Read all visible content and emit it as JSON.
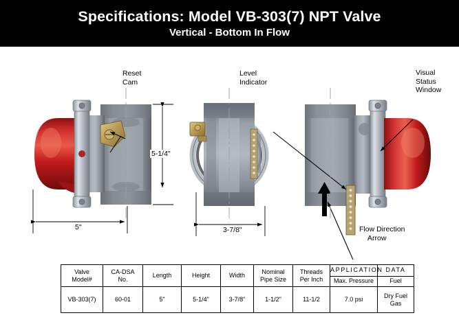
{
  "header": {
    "title": "Specifications: Model VB-303(7) NPT Valve",
    "subtitle": "Vertical - Bottom In Flow"
  },
  "callouts": {
    "reset_cam": {
      "line1": "Reset",
      "line2": "Cam"
    },
    "level_indicator": {
      "line1": "Level",
      "line2": "Indicator"
    },
    "visual_status_window": {
      "line1": "Visual",
      "line2": "Status",
      "line3": "Window"
    },
    "flow_direction_arrow": {
      "line1": "Flow Direction",
      "line2": "Arrow"
    }
  },
  "dimensions": {
    "height": "5-1/4\"",
    "length": "5\"",
    "width": "3-7/8\""
  },
  "views": {
    "left": "side-view-horizontal-left",
    "middle": "front-view-vertical",
    "right": "side-view-horizontal-right"
  },
  "table": {
    "headers": {
      "valve_model": "Valve\nModel#",
      "valve_model_l1": "Valve",
      "valve_model_l2": "Model#",
      "ca_dsa_l1": "CA-DSA",
      "ca_dsa_l2": "No.",
      "length": "Length",
      "height": "Height",
      "width": "Width",
      "nominal_pipe_l1": "Nominal",
      "nominal_pipe_l2": "Pipe Size",
      "threads_l1": "Threads",
      "threads_l2": "Per Inch",
      "application_group": "APPLICATION",
      "data_group": "DATA",
      "max_pressure": "Max. Pressure",
      "fuel": "Fuel"
    },
    "row": {
      "valve_model": "VB-303(7)",
      "ca_dsa_no": "60-01",
      "length": "5\"",
      "height": "5-1/4\"",
      "width": "3-7/8\"",
      "nominal_pipe_size": "1-1/2\"",
      "threads_per_inch": "11-1/2",
      "max_pressure": "7.0 psi",
      "fuel": "Dry Fuel Gas"
    }
  },
  "colors": {
    "header_bg": "#000000",
    "header_text": "#ffffff",
    "body_red": "#c62020",
    "body_gray": "#8d929a",
    "brass": "#bfa05a",
    "clamp": "#b8bdc4",
    "line": "#000000"
  }
}
